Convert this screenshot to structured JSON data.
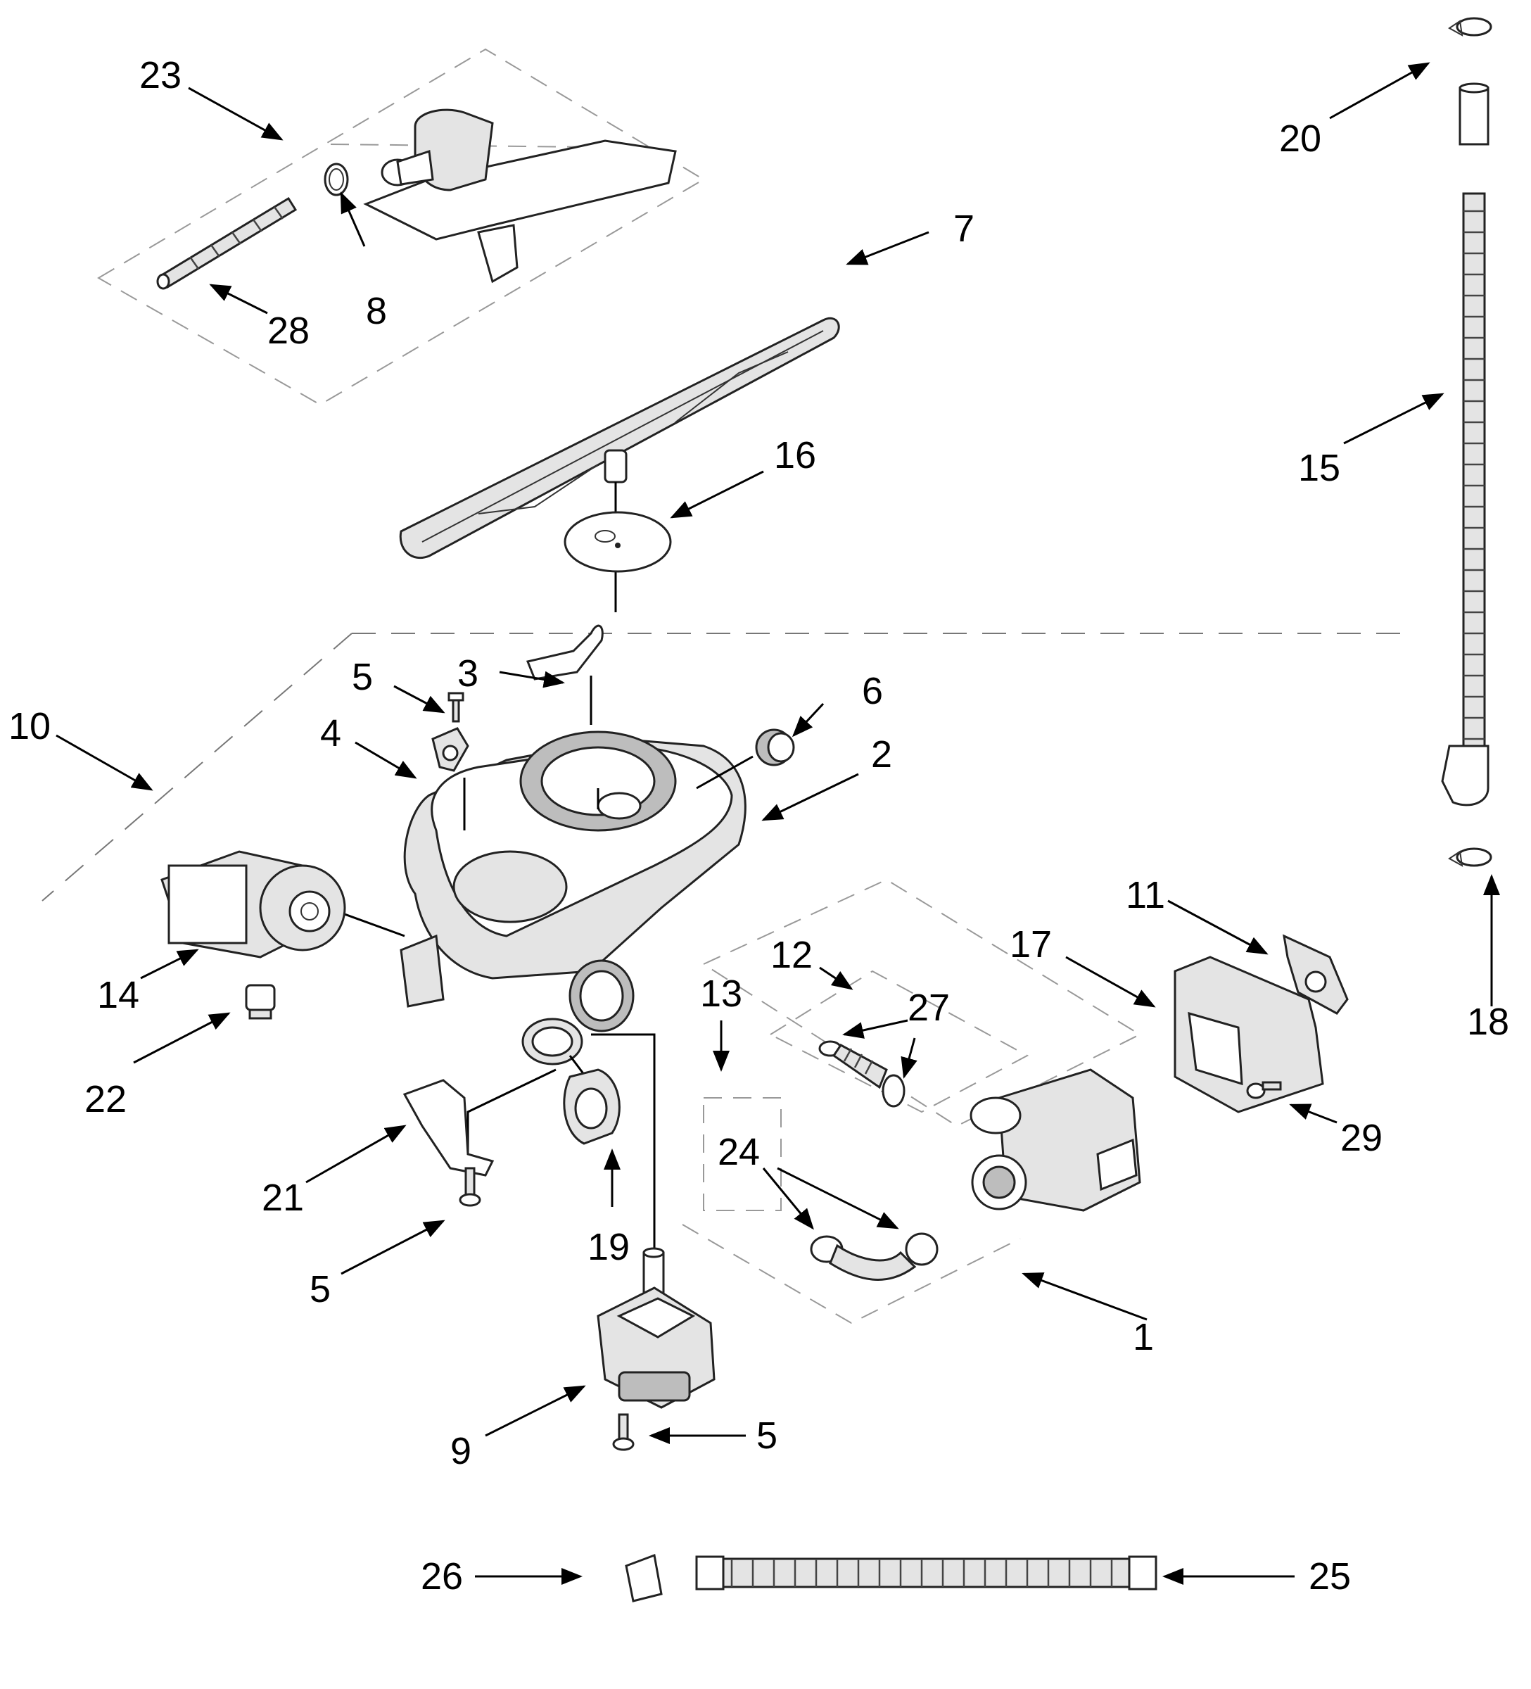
{
  "diagram": {
    "type": "exploded-parts-diagram",
    "callouts": {
      "c1": "1",
      "c2": "2",
      "c3": "3",
      "c4": "4",
      "c5a": "5",
      "c5b": "5",
      "c5c": "5",
      "c6": "6",
      "c7": "7",
      "c8": "8",
      "c9": "9",
      "c10": "10",
      "c11": "11",
      "c12": "12",
      "c13": "13",
      "c14": "14",
      "c15": "15",
      "c16": "16",
      "c17": "17",
      "c18": "18",
      "c19": "19",
      "c20": "20",
      "c21": "21",
      "c22": "22",
      "c23": "23",
      "c24": "24",
      "c25": "25",
      "c26": "26",
      "c27": "27",
      "c28": "28",
      "c29": "29"
    }
  }
}
